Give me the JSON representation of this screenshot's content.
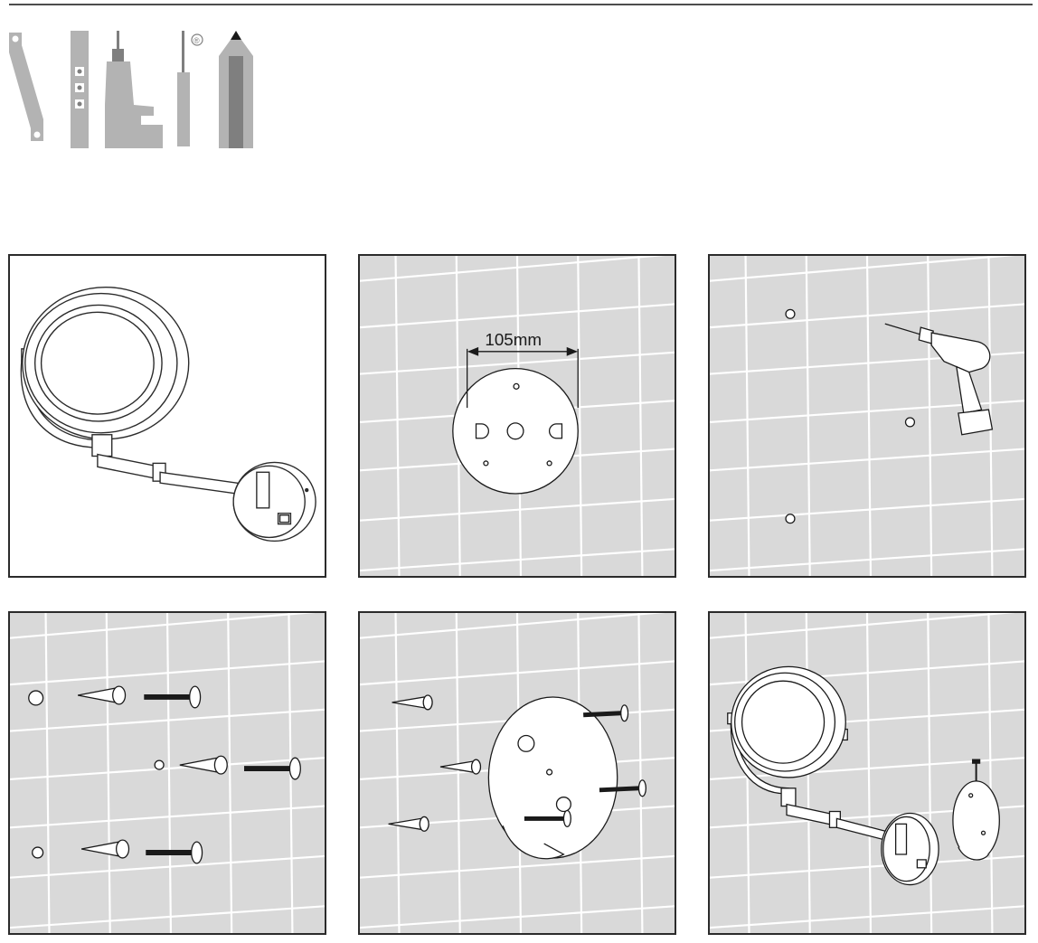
{
  "colors": {
    "line": "#2b2b2b",
    "tile": "#d9d9d9",
    "grout": "#ffffff",
    "tool_gray": "#b3b3b3",
    "tool_dark": "#7f7f7f"
  },
  "header": {
    "tool_icons": [
      "wrench-icon",
      "spirit-level-icon",
      "power-drill-icon",
      "screwdriver-icon",
      "pencil-icon"
    ],
    "registered_mark": "®"
  },
  "steps": [
    {
      "content": "mirror-assembly"
    },
    {
      "content": "base-plate-template",
      "dimension_label": "105mm"
    },
    {
      "content": "drill-holes"
    },
    {
      "content": "wall-plugs-and-screws"
    },
    {
      "content": "mount-base-plate"
    },
    {
      "content": "attach-mirror"
    }
  ]
}
